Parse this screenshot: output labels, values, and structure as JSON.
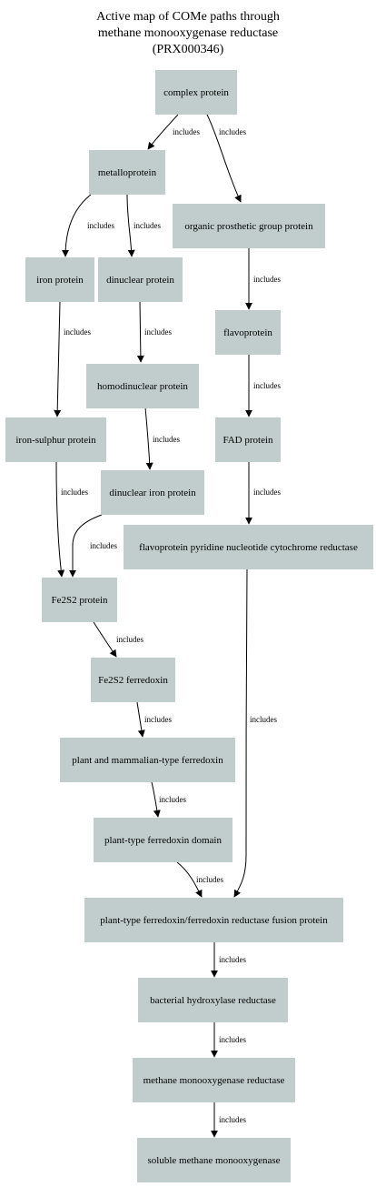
{
  "title": {
    "line1": "Active map of COMe paths through",
    "line2": "methane monooxygenase reductase",
    "line3": "(PRX000346)"
  },
  "nodes": {
    "complex": "complex protein",
    "metallo": "metalloprotein",
    "organic": "organic prosthetic group protein",
    "iron": "iron protein",
    "dinuclear": "dinuclear protein",
    "flavoprotein": "flavoprotein",
    "homodinuclear": "homodinuclear protein",
    "ironsulphur": "iron-sulphur protein",
    "fad": "FAD protein",
    "dinuclear_iron": "dinuclear iron protein",
    "flavo_pyridine": "flavoprotein pyridine nucleotide cytochrome reductase",
    "fe2s2protein": "Fe2S2 protein",
    "fe2s2ferredoxin": "Fe2S2 ferredoxin",
    "plant_mammalian": "plant and mammalian-type ferredoxin",
    "plant_domain": "plant-type ferredoxin domain",
    "fusion": "plant-type ferredoxin/ferredoxin reductase fusion protein",
    "bacterial": "bacterial hydroxylase reductase",
    "mmo_reductase": "methane monooxygenase reductase",
    "soluble_mmo": "soluble methane monooxygenase"
  },
  "edge_label": "includes",
  "colors": {
    "node_fill": "#c1cdcc",
    "edge": "#000000"
  }
}
